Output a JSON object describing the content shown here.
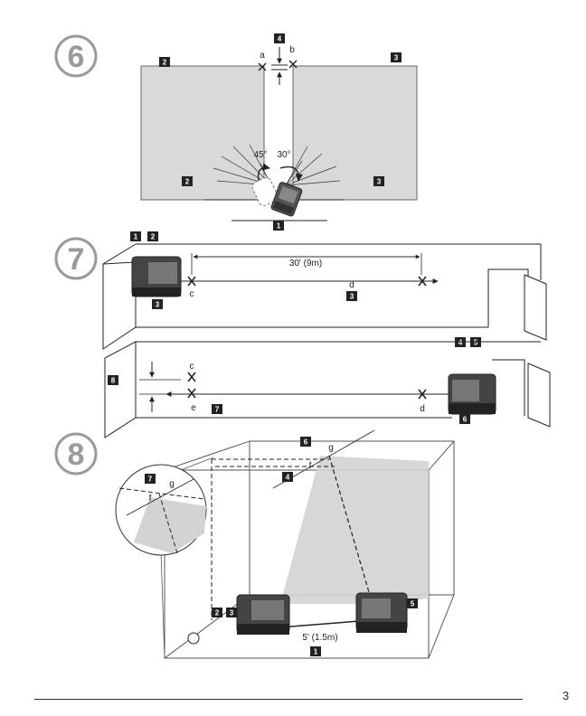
{
  "figure6": {
    "step": "6",
    "badges": [
      "1",
      "2",
      "3",
      "4",
      "2",
      "3"
    ],
    "labels": {
      "a": "a",
      "b": "b",
      "angle_left": "45°",
      "angle_right": "30°"
    }
  },
  "figure7": {
    "step": "7",
    "badges": [
      "1",
      "2",
      "3",
      "3",
      "4",
      "5",
      "8",
      "7",
      "6"
    ],
    "labels": {
      "distance": "30' (9m)",
      "c1": "c",
      "d1": "d",
      "c2": "c",
      "e": "e",
      "d2": "d"
    }
  },
  "figure8": {
    "step": "8",
    "badges": [
      "6",
      "4",
      "7",
      "2",
      "3",
      "5",
      "1"
    ],
    "labels": {
      "g1": "g",
      "f1": "f",
      "g2": "g",
      "f2": "f",
      "distance": "5' (1.5m)"
    }
  },
  "footer": {
    "page_number": "3"
  }
}
